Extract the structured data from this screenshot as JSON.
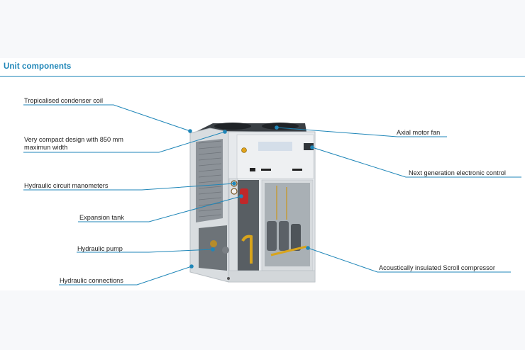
{
  "header": {
    "title": "Unit components"
  },
  "callouts": [
    {
      "id": "tropicalised-condenser-coil",
      "label": "Tropicalised condenser coil"
    },
    {
      "id": "compact-design",
      "label": "Very compact design with 850 mm\nmaximun width"
    },
    {
      "id": "hydraulic-circuit-manometers",
      "label": "Hydraulic circuit manometers"
    },
    {
      "id": "expansion-tank",
      "label": "Expansion tank"
    },
    {
      "id": "hydraulic-pump",
      "label": "Hydraulic pump"
    },
    {
      "id": "hydraulic-connections",
      "label": "Hydraulic connections"
    },
    {
      "id": "axial-motor-fan",
      "label": "Axial motor fan"
    },
    {
      "id": "electronic-control",
      "label": "Next generation electronic control"
    },
    {
      "id": "scroll-compressor",
      "label": "Acoustically insulated Scroll compressor"
    }
  ],
  "colors": {
    "accent": "#1f86b8",
    "leader": "#1f86b8",
    "text": "#222222",
    "unit_panel": "#e6e9ec"
  }
}
